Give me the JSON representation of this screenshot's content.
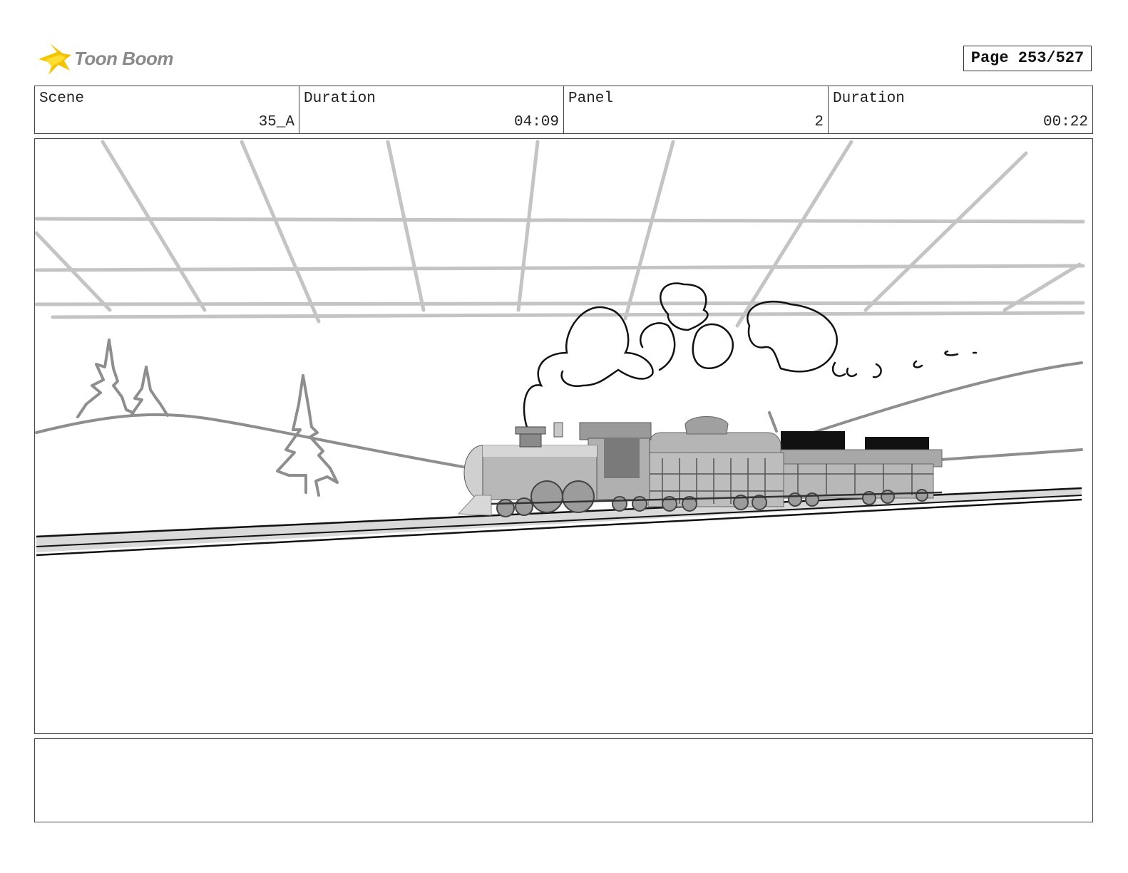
{
  "header": {
    "logo_text": "Toon Boom",
    "page_label": "Page 253/527"
  },
  "info": {
    "scene_label": "Scene",
    "scene_value": "35_A",
    "duration_label": "Duration",
    "duration_value": "04:09",
    "panel_label": "Panel",
    "panel_value": "2",
    "panel_duration_label": "Duration",
    "panel_duration_value": "00:22"
  },
  "notes": {
    "text": ""
  },
  "colors": {
    "logo_yellow": "#f5c400",
    "logo_text": "#8a8a8a",
    "sketch_gray": "#c4c4c4",
    "hill_gray": "#8e8e8e",
    "border": "#444444"
  }
}
